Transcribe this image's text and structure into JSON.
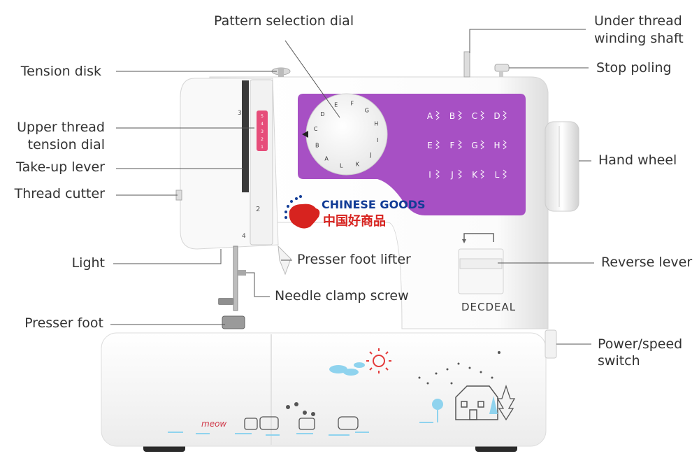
{
  "labels": {
    "pattern_selection_dial": "Pattern selection dial",
    "tension_disk": "Tension disk",
    "upper_thread_tension_dial_1": "Upper thread",
    "upper_thread_tension_dial_2": "tension dial",
    "take_up_lever": "Take-up lever",
    "thread_cutter": "Thread cutter",
    "light": "Light",
    "presser_foot_lifter": "Presser foot lifter",
    "needle_clamp_screw": "Needle clamp screw",
    "presser_foot": "Presser foot",
    "under_thread_winding_shaft_1": "Under thread",
    "under_thread_winding_shaft_2": "winding shaft",
    "stop_poling": "Stop poling",
    "hand_wheel": "Hand wheel",
    "reverse_lever": "Reverse lever",
    "power_speed_switch_1": "Power/speed",
    "power_speed_switch_2": "switch"
  },
  "watermark": {
    "line1": "CHINESE GOODS",
    "line2": "中国好商品"
  },
  "machine": {
    "brand": "DECDEAL",
    "decal_text": "meow",
    "thread_markers": {
      "top": "3",
      "middle": "2",
      "bottom": "4"
    },
    "tension_scale": [
      "5",
      "4",
      "3",
      "2",
      "1"
    ],
    "dial_letters": [
      "E",
      "F",
      "G",
      "H",
      "I",
      "J",
      "K",
      "L",
      "A",
      "B",
      "C",
      "D"
    ],
    "stitch_rows": [
      [
        "A",
        "B",
        "C",
        "D"
      ],
      [
        "E",
        "F",
        "G",
        "H"
      ],
      [
        "I",
        "J",
        "K",
        "L"
      ]
    ]
  },
  "colors": {
    "panel_purple": "#a750c4",
    "body_white": "#f5f5f5",
    "tension_pink": "#e64d7a",
    "watermark_red": "#d7231f",
    "watermark_blue": "#123c96",
    "leader_line": "#555555"
  }
}
